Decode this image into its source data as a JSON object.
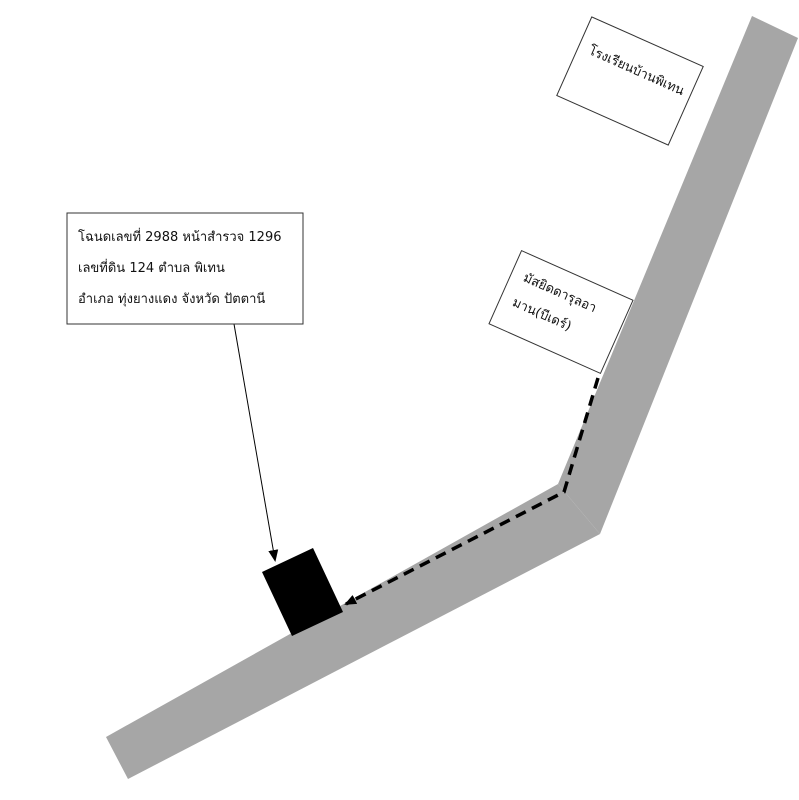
{
  "deed_box": {
    "line1": "โฉนดเลขที่  2988 หน้าสำรวจ 1296",
    "line2": "เลขที่ดิน 124  ตำบล พิเทน",
    "line3": "อำเภอ ทุ่งยางแดง  จังหวัด ปัตตานี"
  },
  "school_box": {
    "label": "โรงเรียนบ้านพิเทน"
  },
  "mosque_box": {
    "line1": "มัสยิดดารุลอา",
    "line2": "มาน(บีเดร์)"
  },
  "colors": {
    "road": "#a6a6a6",
    "plot": "#000000",
    "box_border": "#333333",
    "route": "#000000"
  },
  "legend_icons": {
    "plot": "filled-rectangle",
    "route": "dashed-arrow",
    "pointer": "thin-arrow"
  }
}
